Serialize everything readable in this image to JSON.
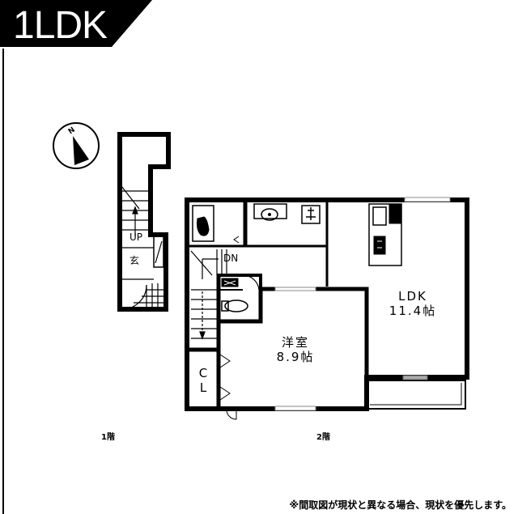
{
  "header": {
    "layout_type": "1LDK",
    "banner_color": "#000000",
    "text_color": "#ffffff"
  },
  "compass": {
    "label": "N",
    "icon": "north-arrow-icon"
  },
  "floor1": {
    "label": "1階",
    "stair_label": "UP",
    "entrance_label": "玄"
  },
  "floor2": {
    "label": "2階",
    "stair_label": "DN",
    "rooms": {
      "ldk": {
        "name": "LDK",
        "size": "11.4帖"
      },
      "western": {
        "name": "洋室",
        "size": "8.9帖"
      },
      "closet": {
        "name_line1": "C",
        "name_line2": "L"
      }
    }
  },
  "footer": {
    "note": "※間取図が現状と異なる場合、現状を優先します。"
  }
}
